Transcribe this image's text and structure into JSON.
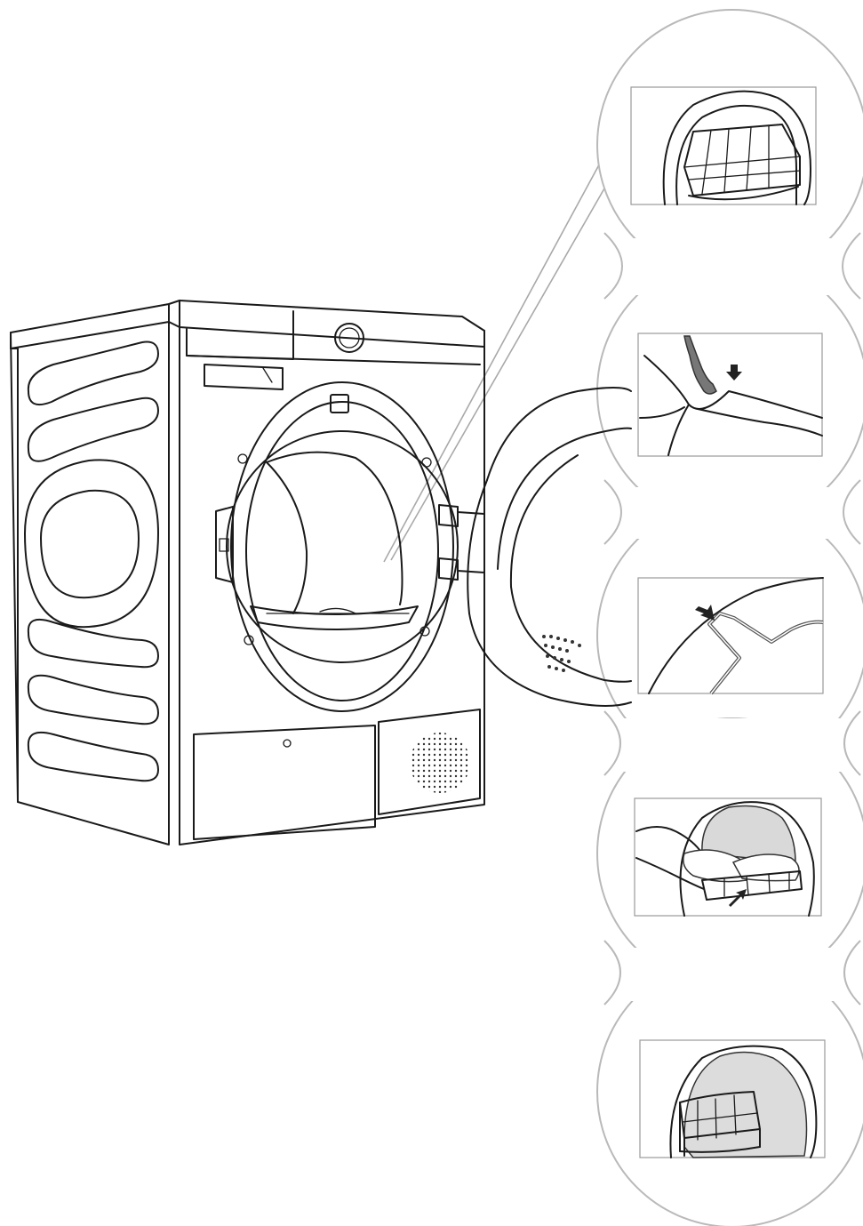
{
  "illustration": {
    "subject": "tumble-dryer-with-open-door",
    "colors": {
      "line": "#1a1a1a",
      "bubble_outline": "#b9b9b9",
      "detail_frame": "#9a9a9a",
      "fill_grey": "#d9d9d9",
      "background": "#ffffff"
    }
  },
  "detail_steps": [
    {
      "index": 1,
      "icon": "basket-in-drum-icon"
    },
    {
      "index": 2,
      "icon": "drum-edge-hook-icon"
    },
    {
      "index": 3,
      "icon": "rim-notch-icon"
    },
    {
      "index": 4,
      "icon": "hands-placing-shoes-icon"
    },
    {
      "index": 5,
      "icon": "basket-with-cover-icon"
    }
  ]
}
